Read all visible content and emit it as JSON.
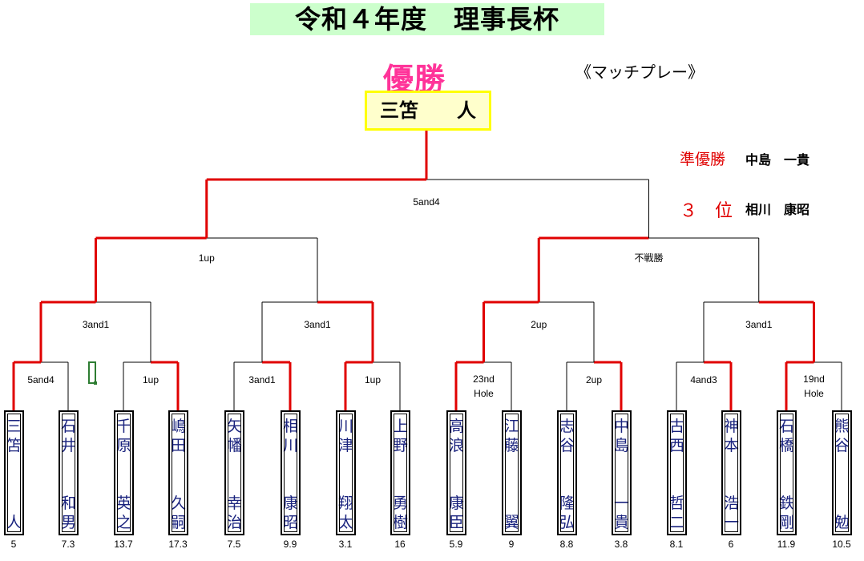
{
  "title": "令和４年度　理事長杯",
  "champion_label": "優勝",
  "subtitle": "《マッチプレー》",
  "champion": "三笘　　人",
  "runner_up": {
    "label": "準優勝",
    "name": "中島　一貴"
  },
  "third_place": {
    "label": "３　位",
    "name": "相川　康昭"
  },
  "colors": {
    "win_line": "#e00000",
    "loss_line": "#000000",
    "champion_text": "#ff3399",
    "title_bg": "#ccffcc",
    "champion_box_bg": "#ffffcc",
    "champion_box_border": "#ffff00",
    "name_text": "#1a237e"
  },
  "players": [
    {
      "family": "三笘",
      "given": "人",
      "handicap": "5"
    },
    {
      "family": "石井",
      "given": "和男",
      "handicap": "7.3"
    },
    {
      "family": "千原",
      "given": "英之",
      "handicap": "13.7"
    },
    {
      "family": "嶋田",
      "given": "久嗣",
      "handicap": "17.3"
    },
    {
      "family": "矢幡",
      "given": "幸治",
      "handicap": "7.5"
    },
    {
      "family": "相川",
      "given": "康昭",
      "handicap": "9.9"
    },
    {
      "family": "川津",
      "given": "翔太",
      "handicap": "3.1"
    },
    {
      "family": "上野",
      "given": "勇樹",
      "handicap": "16"
    },
    {
      "family": "高浪",
      "given": "康臣",
      "handicap": "5.9"
    },
    {
      "family": "江藤",
      "given": "翼",
      "handicap": "9"
    },
    {
      "family": "志谷",
      "given": "隆弘",
      "handicap": "8.8"
    },
    {
      "family": "中島",
      "given": "一貴",
      "handicap": "3.8"
    },
    {
      "family": "古西",
      "given": "哲二",
      "handicap": "8.1"
    },
    {
      "family": "神本",
      "given": "浩一",
      "handicap": "6"
    },
    {
      "family": "石橋",
      "given": "鉄剛",
      "handicap": "11.9"
    },
    {
      "family": "熊谷",
      "given": "勉",
      "handicap": "10.5"
    }
  ],
  "results": {
    "round1": [
      "5and4",
      "1up",
      "3and1",
      "1up",
      "23nd Hole",
      "2up",
      "4and3",
      "19nd Hole"
    ],
    "round2": [
      "3and1",
      "3and1",
      "2up",
      "3and1"
    ],
    "semifinal": [
      "1up",
      "不戦勝"
    ],
    "final": "5and4"
  },
  "winners": {
    "round1": [
      0,
      1,
      1,
      0,
      0,
      1,
      1,
      0
    ],
    "round2": [
      0,
      1,
      0,
      1
    ],
    "semifinal": [
      0,
      0
    ],
    "final": 0
  }
}
